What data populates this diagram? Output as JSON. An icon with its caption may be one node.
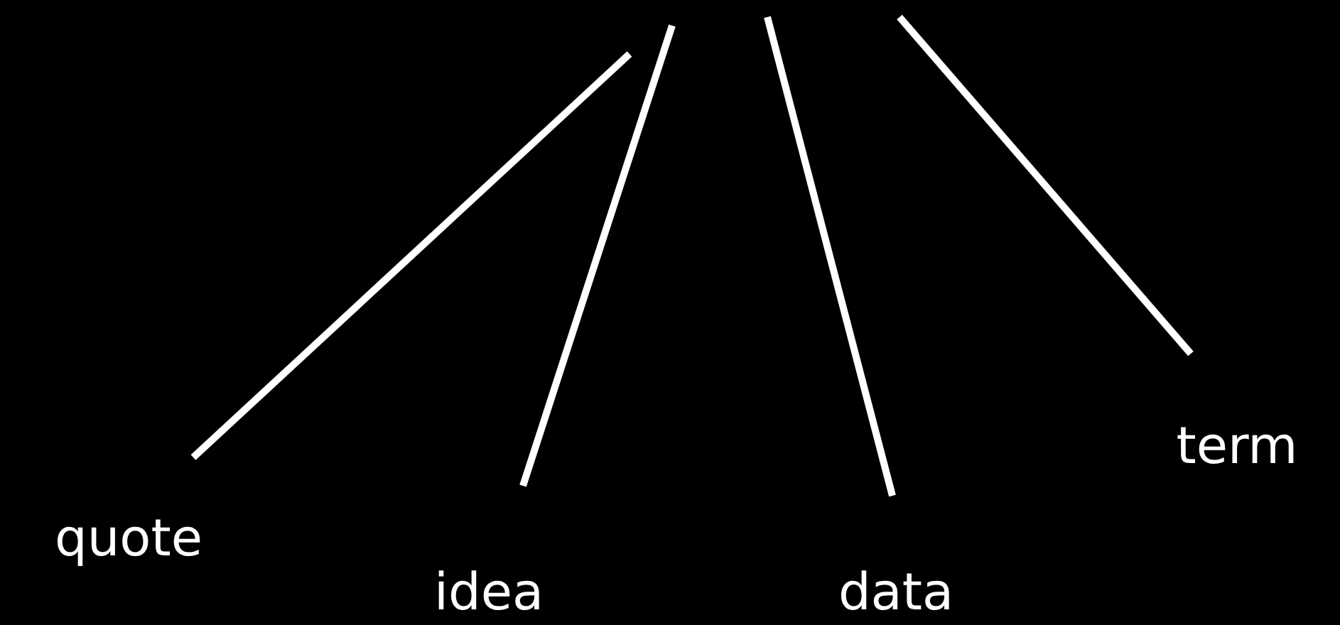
{
  "diagram": {
    "nodes": [
      {
        "text": [
          "quote"
        ]
      },
      {
        "text": [
          "idea"
        ]
      },
      {
        "text": [
          "data"
        ]
      },
      {
        "text": [
          "term"
        ]
      }
    ],
    "edges": [
      {
        "from": 0,
        "to": null,
        "arrow": "none"
      },
      {
        "from": 1,
        "to": null,
        "arrow": "none"
      },
      {
        "from": 2,
        "to": null,
        "arrow": "none"
      },
      {
        "from": 3,
        "to": null,
        "arrow": "none"
      }
    ]
  }
}
